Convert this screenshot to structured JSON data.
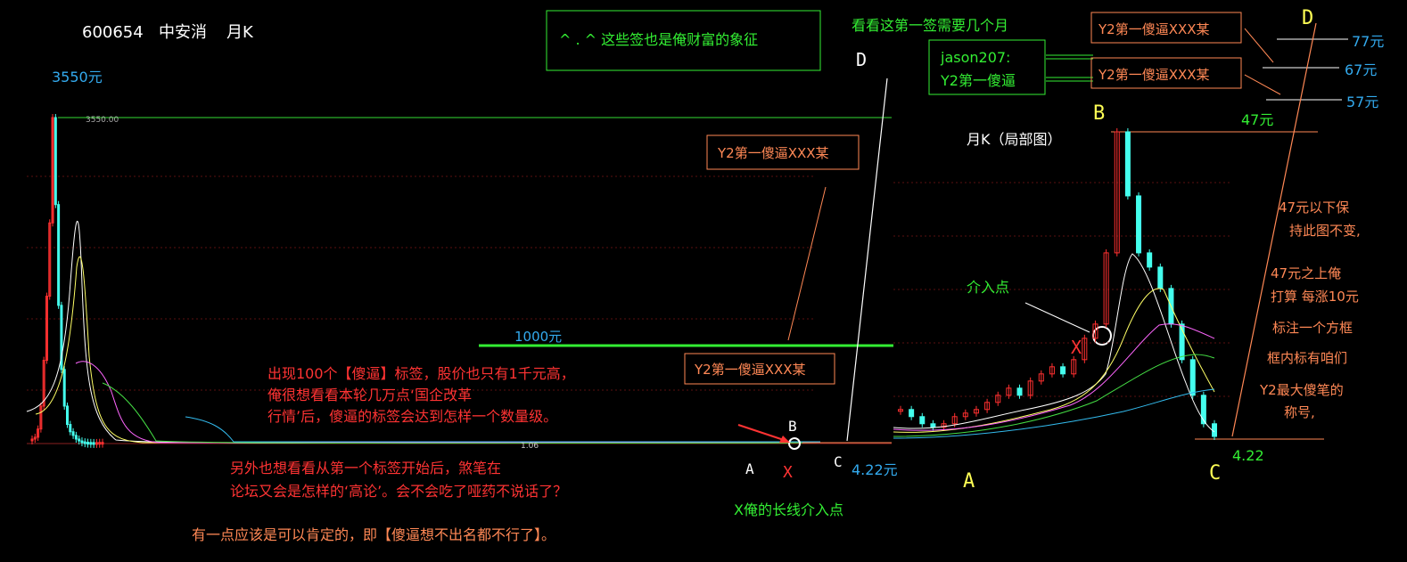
{
  "header": {
    "code": "600654",
    "name": "中安消",
    "period": "月K"
  },
  "left_chart": {
    "peak_price_label": "3550元",
    "peak_tick_value": "3550.00",
    "level_label": "1000元",
    "low_value": "1.06",
    "current_label": "4.22元",
    "point_labels": {
      "a": "A",
      "b": "B",
      "c": "C",
      "d": "D",
      "x": "X"
    },
    "entry_caption": "X俺的长线介入点",
    "tag_label": "Y2第一傻逼XXX某",
    "colors": {
      "up": "#ff3030",
      "ma5": "#ffffff",
      "ma10": "#ffff66",
      "ma20": "#ff66ff",
      "ma30": "#44dd44",
      "ma60": "#33bbee"
    }
  },
  "right_chart": {
    "title": "月K（局部图）",
    "entry_label": "介入点",
    "level_47": "47元",
    "level_57": "57元",
    "level_67": "67元",
    "level_77": "77元",
    "low_value": "4.22",
    "point_labels": {
      "a": "A",
      "b": "B",
      "c": "C",
      "d": "D",
      "x": "X"
    },
    "side_notes": [
      "47元以下保",
      "持此图不变,",
      "47元之上俺",
      "打算 每涨10元",
      "标注一个方框",
      "框内标有咱们",
      "Y2最大傻笔的",
      "称号,"
    ]
  },
  "boxes": {
    "wealth": "^ . ^  这些签也是俺财富的象征",
    "watch_question": "看看这第一签需要几个月",
    "jason_line1": "jason207:",
    "jason_line2": "Y2第一傻逼",
    "tag_label": "Y2第一傻逼XXX某"
  },
  "notes": {
    "red_para1_line1": "出现100个【傻逼】标签，股价也只有1千元高，",
    "red_para1_line2": "俺很想看看本轮几万点‘国企改革",
    "red_para1_line3": "行情’后，傻逼的标签会达到怎样一个数量级。",
    "red_para2_line1": "另外也想看看从第一个标签开始后，煞笔在",
    "red_para2_line2": "论坛又会是怎样的‘高论’。会不会吃了哑药不说话了？",
    "orange_conclusion": "有一点应该是可以肯定的，即【傻逼想不出名都不行了】。"
  },
  "chart_data": [
    {
      "type": "line",
      "title": "600654 中安消 月K",
      "series": [
        {
          "values": [
            40,
            60,
            150,
            400,
            900,
            1600,
            2400,
            3550,
            2600,
            1500,
            800,
            400,
            200,
            120,
            80,
            40,
            20,
            10,
            5,
            3,
            2,
            1.06,
            2,
            4,
            4.22
          ]
        }
      ],
      "annotations": [
        "3550元",
        "1000元",
        "4.22元",
        "1.06"
      ]
    },
    {
      "type": "line",
      "title": "月K（局部图）",
      "series": [
        {
          "values": [
            8,
            7,
            6,
            5.5,
            6,
            7,
            7.5,
            8,
            9,
            10,
            11,
            10,
            12,
            13,
            14,
            13,
            15,
            18,
            20,
            30,
            47,
            38,
            30,
            28,
            25,
            20,
            15,
            10,
            6,
            4.22
          ]
        }
      ],
      "annotations": [
        "47元",
        "57元",
        "67元",
        "77元",
        "4.22"
      ]
    }
  ]
}
